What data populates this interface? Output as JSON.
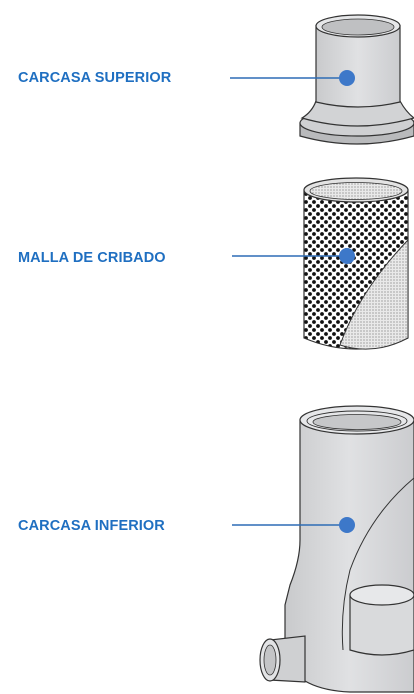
{
  "parts": [
    {
      "label": "CARCASA SUPERIOR"
    },
    {
      "label": "MALLA DE CRIBADO"
    },
    {
      "label": "CARCASA INFERIOR"
    }
  ],
  "colors": {
    "label": "#1f6fc1",
    "leader": "#2d6cb5",
    "dot": "#3d78c9",
    "body": "#d4d5d7",
    "body_dark": "#b9babc",
    "outline": "#333333"
  }
}
